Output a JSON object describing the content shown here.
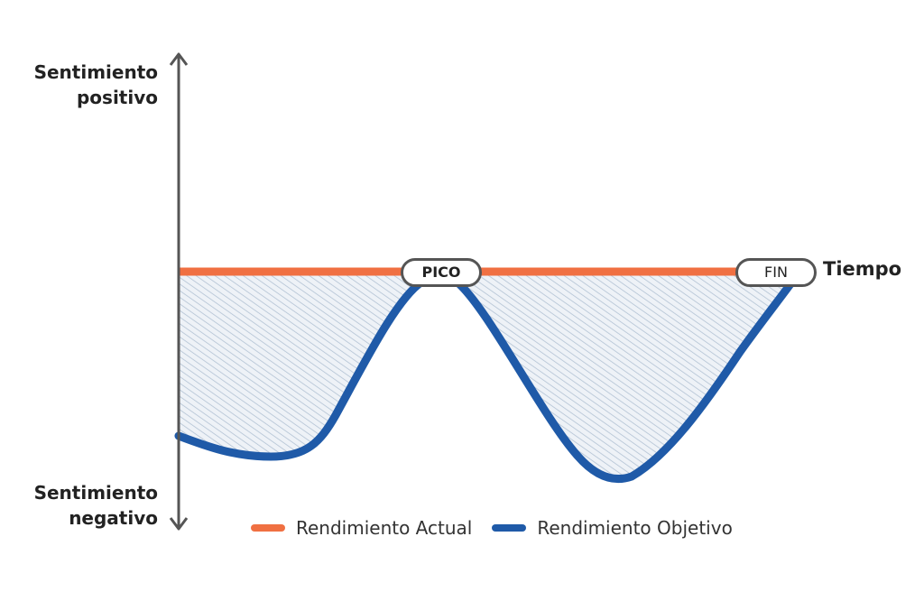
{
  "labels": {
    "y_top": [
      "Sentimiento",
      "positivo"
    ],
    "y_bottom": [
      "Sentimiento",
      "negativo"
    ],
    "x_axis": "Tiempo",
    "peak_marker": "PICO",
    "end_marker": "FIN"
  },
  "legend": [
    {
      "label": "Rendimiento Actual",
      "color": "#f07042"
    },
    {
      "label": "Rendimiento Objetivo",
      "color": "#1f5aa8"
    }
  ],
  "colors": {
    "axis": "#555555",
    "actual_line": "#f07042",
    "target_line": "#1f5aa8",
    "hatch": "#b8c6d6",
    "hatch_bg": "#e6edf4"
  }
}
